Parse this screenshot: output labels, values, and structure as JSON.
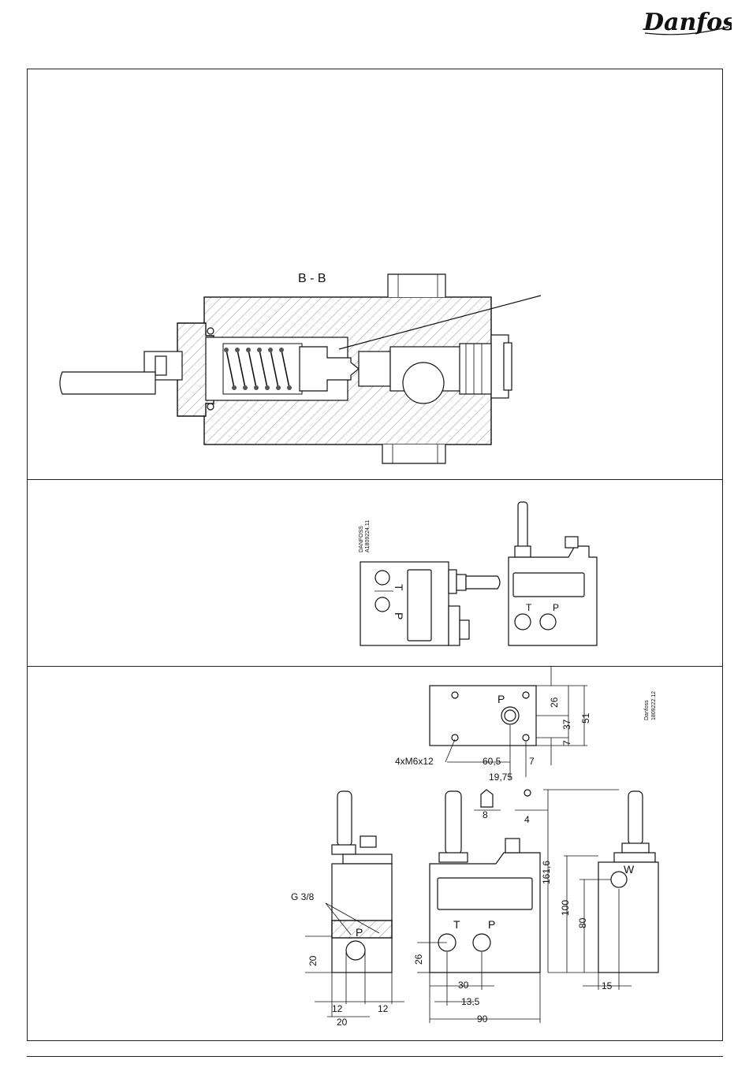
{
  "brand": {
    "logo_text": "Danfoss"
  },
  "section_view": {
    "label": "B - B"
  },
  "product_views": {
    "code_brand": "DANFOSS",
    "code": "A1809224.11",
    "port_t": "T",
    "port_p": "P"
  },
  "dimension_drawing": {
    "code_brand": "Danfoss",
    "code": "1809222.12",
    "top_view": {
      "port_p": "P",
      "bolt_callout": "4xM6x12",
      "dims": {
        "d26": "26",
        "d37": "37",
        "d51": "51",
        "d7": "7",
        "d60_5": "60,5",
        "d7b": "7",
        "d19_75": "19,75"
      }
    },
    "left_view": {
      "thread_callout": "G 3/8",
      "port_p": "P",
      "dims": {
        "d20v": "20",
        "d12a": "12",
        "d12b": "12",
        "d20h": "20"
      }
    },
    "front_view": {
      "port_t": "T",
      "port_p": "P",
      "dims": {
        "d8": "8",
        "d4": "4",
        "d26": "26",
        "d30": "30",
        "d13_5": "13,5",
        "d90": "90"
      }
    },
    "right_view": {
      "port_w": "W",
      "dims": {
        "d161_6": "161,6",
        "d100": "100",
        "d80": "80",
        "d15": "15"
      }
    }
  }
}
